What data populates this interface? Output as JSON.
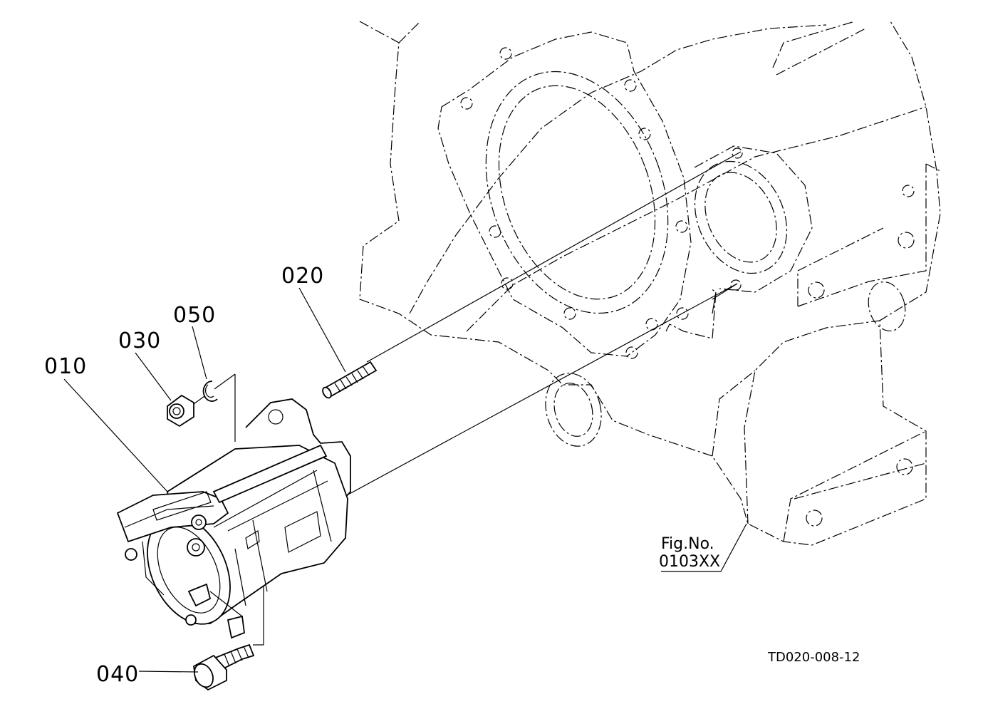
{
  "diagram": {
    "parts": [
      {
        "id": "p010",
        "label": "010"
      },
      {
        "id": "p020",
        "label": "020"
      },
      {
        "id": "p030",
        "label": "030"
      },
      {
        "id": "p040",
        "label": "040"
      },
      {
        "id": "p050",
        "label": "050"
      }
    ],
    "figure": {
      "line1": "Fig.No.",
      "line2": "0103XX"
    },
    "drawing_code": "TD020-008-12"
  }
}
